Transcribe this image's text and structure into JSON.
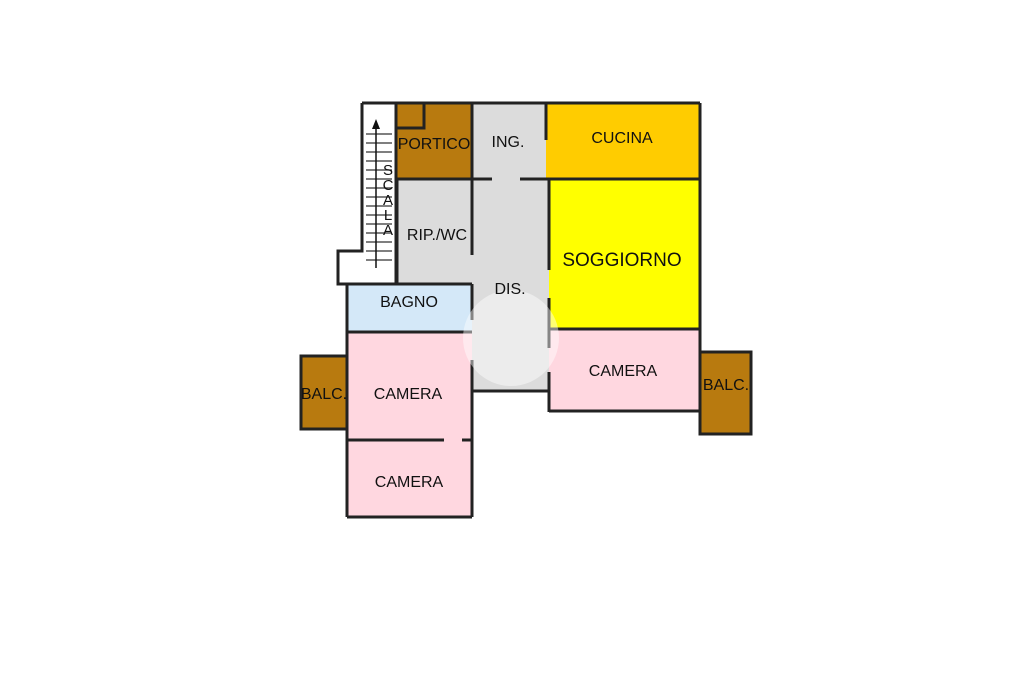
{
  "colors": {
    "porch_balcony": "#B87A0F",
    "kitchen": "#FFCC00",
    "living": "#FFFF00",
    "bedroom": "#FFD7E0",
    "bathroom": "#D4E8F8",
    "service": "#DCDCDC",
    "wall": "#222222"
  },
  "rooms": {
    "portico": "PORTICO",
    "ingresso": "ING.",
    "cucina": "CUCINA",
    "ripostiglio_wc": "RIP./WC",
    "soggiorno": "SOGGIORNO",
    "disimpegno": "DIS.",
    "bagno": "BAGNO",
    "camera_left": "CAMERA",
    "camera_bottom": "CAMERA",
    "camera_right": "CAMERA",
    "balcone_left": "BALC.",
    "balcone_right": "BALC."
  },
  "stair_letters": [
    "S",
    "C",
    "A",
    "L",
    "A"
  ]
}
